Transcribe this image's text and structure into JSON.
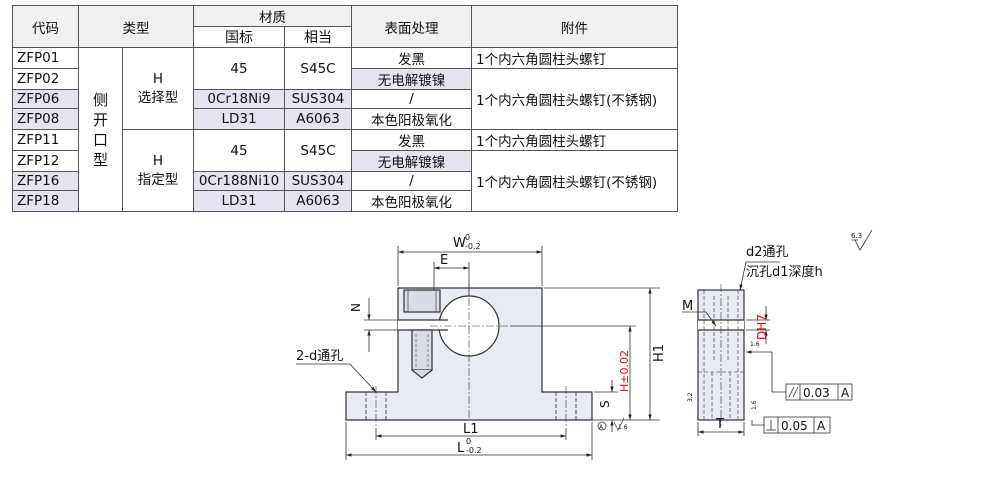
{
  "table": {
    "headers": {
      "code": "代码",
      "type": "类型",
      "material": "材质",
      "national": "国标",
      "equivalent": "相当",
      "surface": "表面处理",
      "accessory": "附件"
    },
    "codes": [
      "ZFP01",
      "ZFP02",
      "ZFP06",
      "ZFP08",
      "ZFP11",
      "ZFP12",
      "ZFP16",
      "ZFP18"
    ],
    "type_main": [
      "侧",
      "开",
      "口",
      "型"
    ],
    "type_h": "H",
    "type_select": "选择型",
    "type_specify": "指定型",
    "materials": [
      {
        "national": "45",
        "equiv": "S45C"
      },
      {
        "national": "0Cr18Ni9",
        "equiv": "SUS304"
      },
      {
        "national": "LD31",
        "equiv": "A6063"
      },
      {
        "national": "45",
        "equiv": "S45C"
      },
      {
        "national": "0Cr188Ni10",
        "equiv": "SUS304"
      },
      {
        "national": "LD31",
        "equiv": "A6063"
      }
    ],
    "surfaces": [
      "发黑",
      "无电解镀镍",
      "/",
      "本色阳极氧化",
      "发黑",
      "无电解镀镍",
      "/",
      "本色阳极氧化"
    ],
    "accessories": [
      "1个内六角圆柱头螺钉",
      "1个内六角圆柱头螺钉(不锈钢)",
      "1个内六角圆柱头螺钉",
      "1个内六角圆柱头螺钉(不锈钢)"
    ]
  },
  "drawing": {
    "w_label": "W",
    "w_tol_upper": "0",
    "w_tol_lower": "-0.2",
    "e_label": "E",
    "n_label": "N",
    "h1_label": "H1",
    "h_label": "H±0.02",
    "s_label": "S",
    "l1_label": "L1",
    "l_label": "L",
    "l_tol_upper": "0",
    "l_tol_lower": "-0.2",
    "hole_label": "2-d通孔",
    "d2_label": "d2通孔",
    "counterbore_label": "沉孔d1深度h",
    "m_label": "M",
    "d_label": "DH7",
    "t_label": "T",
    "roughness_main": "6.3",
    "roughness_16": "1.6",
    "roughness_32": "3.2",
    "parallel_value": "0.03",
    "parallel_datum": "A",
    "perp_value": "0.05",
    "perp_datum": "A",
    "datum_a": "A"
  }
}
